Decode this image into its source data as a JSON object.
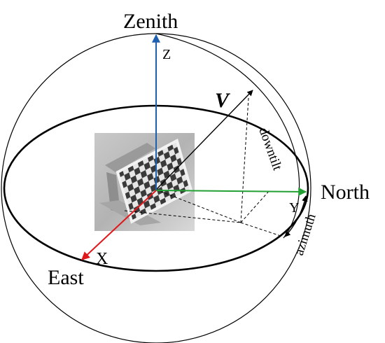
{
  "labels": {
    "zenith": "Zenith",
    "north": "North",
    "east": "East",
    "z_axis": "Z",
    "y_axis": "Y",
    "x_axis": "X",
    "vector": "V",
    "downtilt": "downtilt",
    "azimuth": "azimuth"
  },
  "photo": {
    "icon": "checkerboard-photo"
  },
  "colors": {
    "z_axis": "#1f5fb0",
    "y_axis": "#22a033",
    "x_axis": "#e0171b",
    "outline": "#000000"
  }
}
